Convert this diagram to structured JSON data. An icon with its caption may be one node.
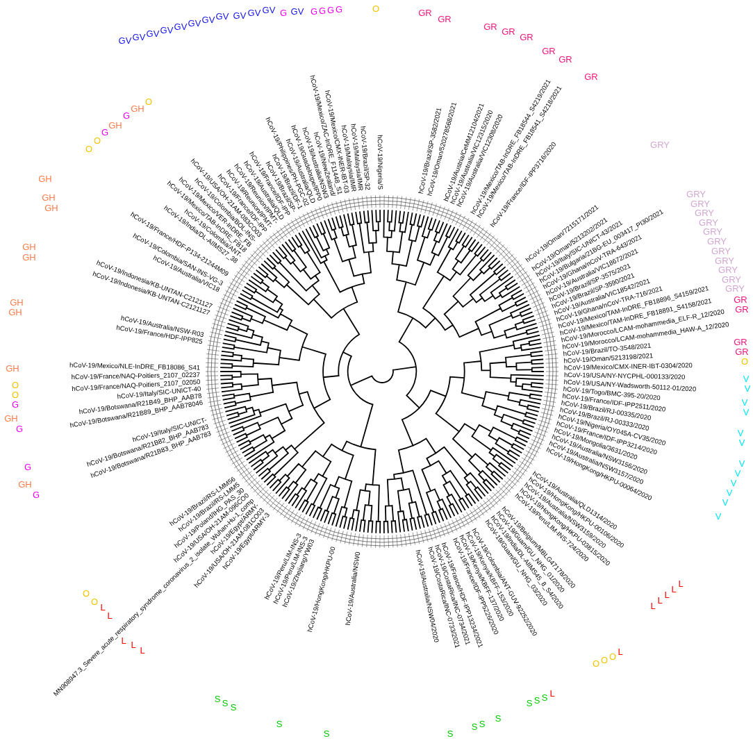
{
  "diagram": {
    "labels": [
      "hCoV-19/Mexico/NLE-InDRE_FB18086_S41",
      "hCoV-19/France/HDF-IPP825",
      "hCoV-19/Australia/NSW-R03",
      "hCoV-19/Indonesia/KB-UNTAN-C2121127",
      "hCoV-19/Indonesia/KB-UNTAN-C2121127",
      "hCoV-19/Australia/VIC18",
      "hCoV-19/Colombia/SAN-INS-VG-3",
      "hCoV-19/France/HDF-P134-21244M09",
      "hCoV-19/India/DL-AIIMS27_38",
      "hCoV-19/Colombia/ANT-",
      "hCoV-19/Mexico/TAB-InDRE_FB18",
      "hCoV-19/Mexico/VER-InDRE_FB",
      "hCoV-19/Colombia/BOL-INS-",
      "hCoV-19/USA/OH-21AM-083CO03",
      "hCoV-19/France/IDF-IPP",
      "hCoV-19/Reunion/IPMT-",
      "hCoV-19/Reunion/IPMT-",
      "hCoV-19/Australia/QLD",
      "hCoV-19/France/IDF-IPP",
      "hCoV-19/Brazil/SP-",
      "hCoV-19/Brazil/DF-1",
      "hCoV-19/Philippines/PH-PGC-02",
      "hCoV-19/Australia/QLD",
      "hCoV-19/Guadeloupe/IPP0",
      "hCoV-19/Australia/NSW3",
      "hCoV-19/NewZealand/",
      "hCoV-19/Mexico/ZAC-InDRE_F11448_S1",
      "hCoV-19/Mexico/CMX-INER-IBT-03",
      "hCoV-19/Malaysia/IMR",
      "hCoV-19/Malaysia/IMR",
      "hCoV-19/Brazil/SP-32",
      "hCoV-19/Nigeria/S",
      "hCoV-19/Brazil/SP-3582/2021",
      "hCoV-19/Oman/520278568/2021",
      "hCoV-19/Austria/CeMM12104/2021",
      "hCoV-19/Australia/VIC12315/2020",
      "hCoV-19/Australia/VIC12308/2020",
      "hCoV-19/Mexico/TAB-InDRE_FB18544_S4219/2021",
      "hCoV-19/Mexico/TAB-InDRE_FB18541_S4218/2021",
      "hCoV-19/France/IDF-IPP3716/2020",
      "hCoV-19/Oman/7215171/2021",
      "hCoV-19/Oman/5213202/2021",
      "hCoV-19/Italy/SIC-UNICT-43/2021",
      "hCoV-19/Bulgaria/21BG-EU_003417_PI30/2021",
      "hCoV-19/Ghana/nCoV-TRA-643/2021",
      "hCoV-19/Australia/VIC18672/2021",
      "hCoV-19/Brazil/SP-3575/2021",
      "hCoV-19/Brazil/SP-3590/2021",
      "hCoV-19/Australia/VIC18542/2021",
      "hCoV-19/Ghana/nCoV-TRA-716/2021",
      "hCoV-19/Mexico/TAM-InDRE_FB18896_S4159/2021",
      "hCoV-19/Mexico/TAM-InDRE_FB18891_S4158/2021",
      "hCoV-19/Morocco/LCAM-mohammedia_ELF-R_12/2020",
      "hCoV-19/Morocco/LCAM-mohammedia_HAW-A_12/2020",
      "hCoV-19/Brazil/TO-3548/2021",
      "hCoV-19/Oman/5213198/2021",
      "hCoV-19/Mexico/CMX-INER-IBT-0304/2020",
      "hCoV-19/France/NAQ-Poitiers_2107_02237",
      "hCoV-19/France/NAQ-Poitiers_2107_02050",
      "hCoV-19/Italy/SIC-UNICT-40",
      "hCoV-19/Botswana/R21B49_BHP_AAB78",
      "hCoV-19/Botswana/R21B89_BHP_AAB78046",
      "hCoV-19/Italy/SIC-UNICT-",
      "hCoV-19/Botswana/R21B82_BHP_AAB783",
      "hCoV-19/Botswana/R21B83_BHP_AAB783",
      "hCoV-19/Brazil/RS-LMM56",
      "hCoV-19/Brazil/RS-LMM5",
      "hCoV-19/Poland/IHG_PAS_30",
      "hCoV-19/USA/OH-21AM-096CO0",
      "MN908947.3_Severe_acute_respiratory_syndrome_coronavirus_2_isolate_Wuhan-Hu-1_comp",
      "hCoV-19/Egypt/ARMY-",
      "hCoV-19/USA/OH-21AM-081CO03",
      "hCoV-19/Egypt/ARMY-3",
      "hCoV-19/Peru/LIM-INS-3",
      "hCoV-19/Peru/LIM-INS-3",
      "hCoV-19/Zhejiang/YW03",
      "hCoV-19/HongKong/HKPU-00",
      "hCoV-19/Australia/NSW0",
      "hCoV-19/Australia/NSW04/2020",
      "hCoV-19/CostaRica/INC-0733/2021",
      "hCoV-19/CostaRica/INC-0734/2021",
      "hCoV-19/France/HDF-IPP13234/2021",
      "hCoV-19/France/IDF-IPP5226/2020",
      "hCoV-19/Kenya/KBFF-137/2020",
      "hCoV-19/Kenya/KBFF-153/2020",
      "hCoV-19/Colombia/ANT-GUV-92252/2020",
      "hCoV-19/Guam/GU_NHG_03/2020",
      "hCoV-19/India/DL-AIIMS45_8_S4/2020",
      "hCoV-19/Guam/GU_NHG_01/2020",
      "hCoV-19/Belgium/MBLG47178/2020",
      "hCoV-19/Peru/LIM-INS-724/2020",
      "hCoV-19/HongKong/HKPU-03815/2020",
      "hCoV-19/Australia/NSW3159/2020",
      "hCoV-19/HongKong/HKPU-00106/2020",
      "hCoV-19/Australia/QLD1314/2020",
      "hCoV-19/HongKong/HKPU-00064/2020",
      "hCoV-19/Australia/NSW3157/2020",
      "hCoV-19/Australia/NSW3156/2020",
      "hCoV-19/Mongolia/3631/2020",
      "hCoV-19/France/IDF-IPP3214/2020",
      "hCoV-19/Nigeria/OY045A-CV35/2020",
      "hCoV-19/Brazil/RJ-00333/2020",
      "hCoV-19/Brazil/RJ-00335/2020",
      "hCoV-19/France/IDF-IPP2511/2020",
      "hCoV-19/Togo/BMC-395-20/2020",
      "hCoV-19/USA/NY-Wadsworth-50112-01/2020",
      "hCoV-19/USA/NY-NYCPHL-000133/2020",
      "GH",
      "GH",
      "GH",
      "GH",
      "GH",
      "GH",
      "GH",
      "GH",
      "O",
      "O",
      "G",
      "GH",
      "G",
      "GH",
      "O",
      "GV",
      "GV",
      "GV",
      "GV",
      "GV",
      "GV",
      "GV",
      "GV",
      "GV",
      "GV",
      "GV",
      "G",
      "GV",
      "G",
      "G",
      "G",
      "G",
      "O",
      "GR",
      "GR",
      "GR",
      "GR",
      "GR",
      "GR",
      "GR",
      "GR",
      "GRY",
      "GRY",
      "GRY",
      "GRY",
      "GRY",
      "GRY",
      "GRY",
      "GRY",
      "GRY",
      "GRY",
      "GRY",
      "GRY",
      "GR",
      "GR",
      "GR",
      "GR",
      "O",
      "O",
      "O",
      "G",
      "GH",
      "G",
      "G",
      "GH",
      "G",
      "O",
      "O",
      "L",
      "L",
      "L",
      "L",
      "L",
      "S",
      "S",
      "S",
      "S",
      "S",
      "S",
      "S",
      "S",
      "S",
      "S",
      "S",
      "S",
      "L",
      "O",
      "O",
      "O",
      "L",
      "L",
      "L",
      "L",
      "L",
      "L",
      "V",
      "V",
      "V",
      "V",
      "V",
      "V",
      "V",
      "V",
      "V",
      "V",
      "V",
      "V"
    ]
  }
}
